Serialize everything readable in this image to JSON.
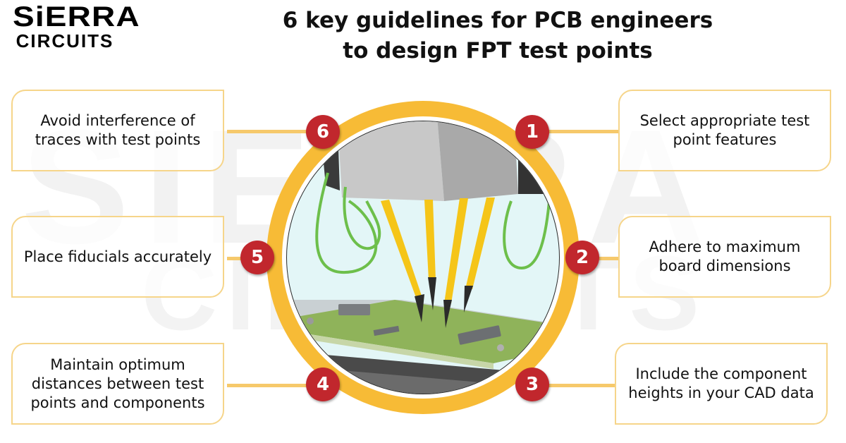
{
  "brand": {
    "line1": "SiERRA",
    "line2": "CIRCUITS"
  },
  "watermark": {
    "line1": "SIERRA",
    "line2": "CIRCUITS"
  },
  "title": {
    "line1": "6 key guidelines for PCB engineers",
    "line2": "to design FPT test points"
  },
  "colors": {
    "ring": "#f7bb36",
    "badge": "#c1272d",
    "card_border": "#f6d58a",
    "probe": "#f5c518",
    "wire": "#6dbf4b",
    "pcb": "#8fb35a"
  },
  "guidelines": [
    {
      "number": "1",
      "text": "Select appropriate test point features"
    },
    {
      "number": "2",
      "text": "Adhere to maximum board dimensions"
    },
    {
      "number": "3",
      "text": "Include the component heights in your CAD data"
    },
    {
      "number": "4",
      "text": "Maintain optimum distances between test points and components"
    },
    {
      "number": "5",
      "text": "Place fiducials accurately"
    },
    {
      "number": "6",
      "text": "Avoid interference of traces with test points"
    }
  ],
  "illustration": {
    "subject": "flying-probe-tester-over-pcb"
  }
}
